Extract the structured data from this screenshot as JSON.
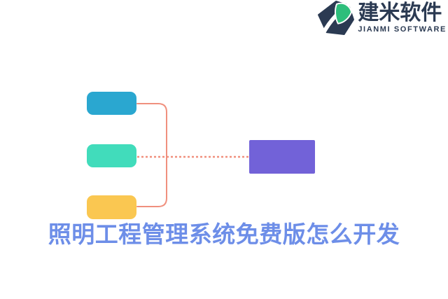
{
  "logo": {
    "name_cn": "建米软件",
    "name_en": "JIANMI SOFTWARE",
    "colors": {
      "navy": "#2B3A52",
      "green": "#2EBE7B"
    }
  },
  "title": {
    "text": "照明工程管理系统免费版怎么开发",
    "color": "#6D8EE8"
  },
  "diagram": {
    "nodes": [
      {
        "id": "top-left",
        "color": "#2AA7D0",
        "shape": "rounded-rect"
      },
      {
        "id": "middle-left",
        "color": "#41DCBB",
        "shape": "rounded-rect"
      },
      {
        "id": "bottom-left",
        "color": "#FAC751",
        "shape": "rounded-rect"
      },
      {
        "id": "right",
        "color": "#7262D8",
        "shape": "rect"
      }
    ],
    "connectors": [
      {
        "from": "top-left",
        "to": "bottom-left",
        "style": "solid-bracket",
        "color": "#F0907E"
      },
      {
        "from": "middle-left",
        "to": "right",
        "style": "dotted",
        "color": "#F0907E"
      }
    ]
  }
}
